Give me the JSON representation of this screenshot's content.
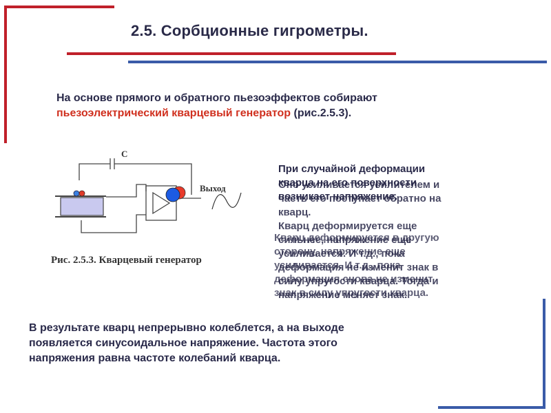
{
  "title": "2.5. Сорбционные гигрометры.",
  "intro": {
    "line1": "На основе прямого и обратного пьезоэффектов собирают",
    "highlight": "пьезоэлектрический кварцевый генератор",
    "tail": " (рис.2.5.3)."
  },
  "figure": {
    "capacitor_label": "С",
    "output_label": "Выход",
    "caption": "Рис. 2.5.3. Кварцевый генератор"
  },
  "overlap_text": {
    "layer_a": [
      "При случайной деформации",
      "кварца на его поверхности",
      "возникает напряжение."
    ],
    "layer_b": [
      "Оно усиливается усилителем и",
      "часть его поступает обратно на",
      "кварц.",
      "Кварц деформируется еще",
      "сильнее, напряжение еще",
      "усиливается. И т.д., пока",
      "деформация не изменит знак в",
      "силу упругости кварца. Тогда и",
      "напряжение меняет знак."
    ],
    "layer_c": [
      "Кварц деформируется в другую",
      "сторону, напряжение еще",
      "усиливается. И т.д., пока",
      "деформация снова не изменит",
      "знак в силу упругости кварца."
    ]
  },
  "conclusion": [
    "В результате кварц непрерывно колеблется, а на выходе",
    "появляется синусоидальное напряжение. Частота этого",
    "напряжения равна частоте колебаний кварца."
  ],
  "colors": {
    "red_accent": "#c0202a",
    "blue_accent": "#3a5ba8",
    "crystal_fill": "#c9c9ef",
    "output_dot": "#1c5be3",
    "text_highlight": "#d0301f"
  }
}
